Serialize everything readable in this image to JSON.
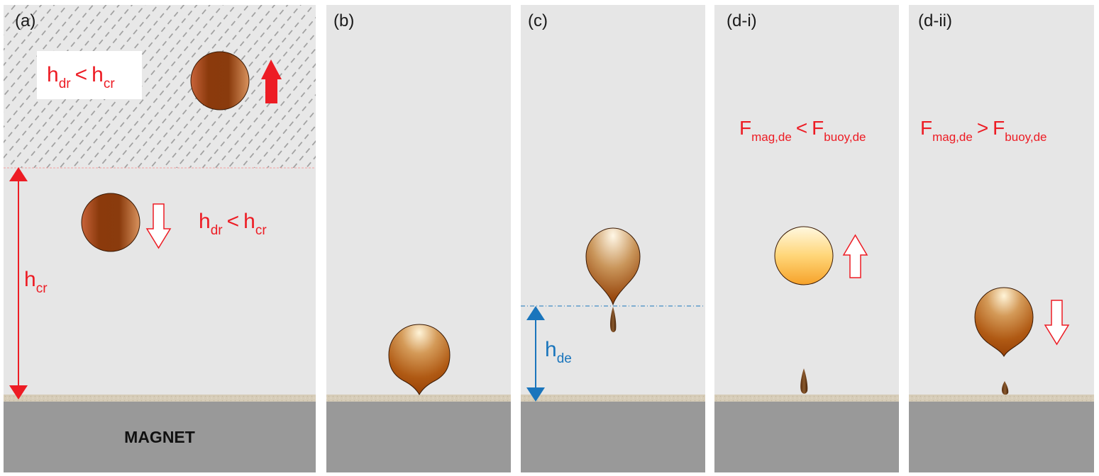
{
  "panels": [
    {
      "label": "(a)"
    },
    {
      "label": "(b)"
    },
    {
      "label": "(c)"
    },
    {
      "label": "(d-i)"
    },
    {
      "label": "(d-ii)"
    }
  ],
  "magnet_label": "MAGNET",
  "panel_a": {
    "upper_condition": {
      "h": "h",
      "sub1": "dr",
      "op": "<",
      "h2": "h",
      "sub2": "cr"
    },
    "lower_condition": {
      "h": "h",
      "sub1": "dr",
      "op": "<",
      "h2": "h",
      "sub2": "cr"
    },
    "height_label": {
      "h": "h",
      "sub": "cr"
    }
  },
  "panel_c": {
    "height_label": {
      "h": "h",
      "sub": "de"
    }
  },
  "panel_di": {
    "condition": {
      "F1": "F",
      "sub1": "mag,de",
      "op": "<",
      "F2": "F",
      "sub2": "buoy,de"
    }
  },
  "panel_dii": {
    "condition": {
      "F1": "F",
      "sub1": "mag,de",
      "op": ">",
      "F2": "F",
      "sub2": "buoy,de"
    }
  },
  "colors": {
    "fluid": "#e6e6e6",
    "magnet": "#999999",
    "plate": "#d6ccb8",
    "accent_red": "#ed1c24",
    "accent_blue": "#1a75bc",
    "droplet": "#a0522d"
  }
}
